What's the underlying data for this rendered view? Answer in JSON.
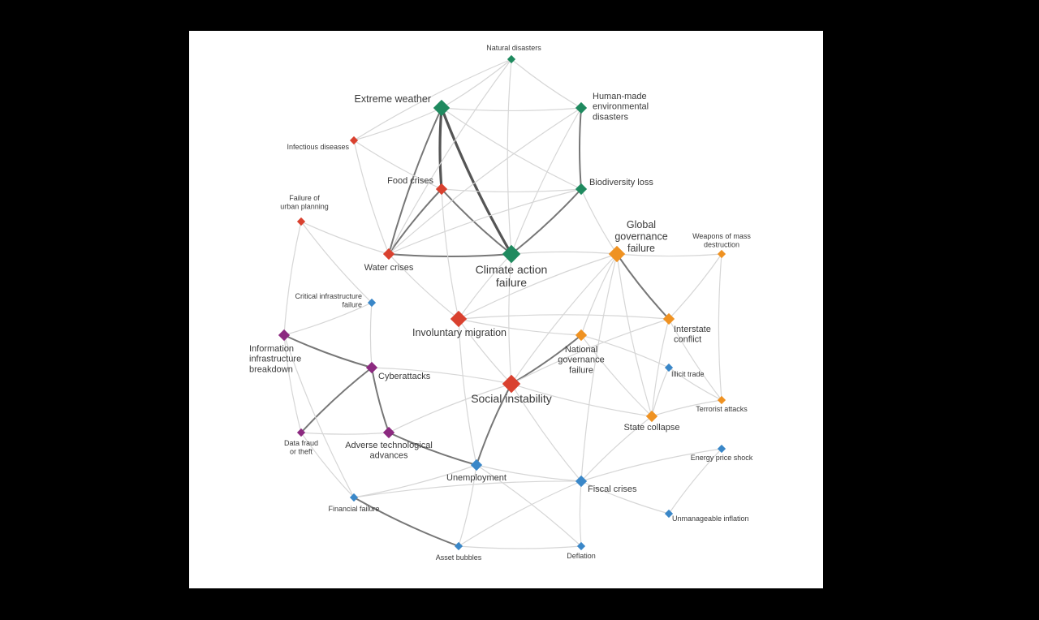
{
  "colors": {
    "environmental": "#1f8a5f",
    "societal": "#d9412f",
    "geopolitical": "#ef9222",
    "technological": "#8c2a80",
    "economic": "#3a87c8"
  },
  "nodes": [
    {
      "id": "natural-disasters",
      "label": [
        "Natural disasters"
      ],
      "cat": "environmental",
      "size": "s"
    },
    {
      "id": "extreme-weather",
      "label": [
        "Extreme weather"
      ],
      "cat": "environmental",
      "size": "l"
    },
    {
      "id": "human-made",
      "label": [
        "Human-made",
        "environmental",
        "disasters"
      ],
      "cat": "environmental",
      "size": "m"
    },
    {
      "id": "infectious",
      "label": [
        "Infectious diseases"
      ],
      "cat": "societal",
      "size": "s"
    },
    {
      "id": "food-crises",
      "label": [
        "Food crises"
      ],
      "cat": "societal",
      "size": "m"
    },
    {
      "id": "biodiversity",
      "label": [
        "Biodiversity loss"
      ],
      "cat": "environmental",
      "size": "m"
    },
    {
      "id": "urban-planning",
      "label": [
        "Failure of",
        "urban planning"
      ],
      "cat": "societal",
      "size": "s"
    },
    {
      "id": "global-gov",
      "label": [
        "Global",
        "governance",
        "failure"
      ],
      "cat": "geopolitical",
      "size": "l"
    },
    {
      "id": "wmd",
      "label": [
        "Weapons of mass",
        "destruction"
      ],
      "cat": "geopolitical",
      "size": "s"
    },
    {
      "id": "water-crises",
      "label": [
        "Water crises"
      ],
      "cat": "societal",
      "size": "m"
    },
    {
      "id": "climate",
      "label": [
        "Climate action",
        "failure"
      ],
      "cat": "environmental",
      "size": "xl"
    },
    {
      "id": "critical-infra",
      "label": [
        "Critical infrastructure",
        "failure"
      ],
      "cat": "economic",
      "size": "s"
    },
    {
      "id": "migration",
      "label": [
        "Involuntary migration"
      ],
      "cat": "societal",
      "size": "l"
    },
    {
      "id": "interstate",
      "label": [
        "Interstate",
        "conflict"
      ],
      "cat": "geopolitical",
      "size": "m"
    },
    {
      "id": "info-infra",
      "label": [
        "Information",
        "infrastructure",
        "breakdown"
      ],
      "cat": "technological",
      "size": "m"
    },
    {
      "id": "national-gov",
      "label": [
        "National",
        "governance",
        "failure"
      ],
      "cat": "geopolitical",
      "size": "m"
    },
    {
      "id": "cyberattacks",
      "label": [
        "Cyberattacks"
      ],
      "cat": "technological",
      "size": "m"
    },
    {
      "id": "illicit",
      "label": [
        "Illicit trade"
      ],
      "cat": "economic",
      "size": "s"
    },
    {
      "id": "social-instability",
      "label": [
        "Social instability"
      ],
      "cat": "societal",
      "size": "xl"
    },
    {
      "id": "terrorist",
      "label": [
        "Terrorist attacks"
      ],
      "cat": "geopolitical",
      "size": "s"
    },
    {
      "id": "state-collapse",
      "label": [
        "State collapse"
      ],
      "cat": "geopolitical",
      "size": "m"
    },
    {
      "id": "data-fraud",
      "label": [
        "Data fraud",
        "or theft"
      ],
      "cat": "technological",
      "size": "s"
    },
    {
      "id": "adverse-tech",
      "label": [
        "Adverse technological",
        "advances"
      ],
      "cat": "technological",
      "size": "m"
    },
    {
      "id": "energy-shock",
      "label": [
        "Energy price shock"
      ],
      "cat": "economic",
      "size": "s"
    },
    {
      "id": "unemployment",
      "label": [
        "Unemployment"
      ],
      "cat": "economic",
      "size": "m"
    },
    {
      "id": "fiscal",
      "label": [
        "Fiscal crises"
      ],
      "cat": "economic",
      "size": "m"
    },
    {
      "id": "financial",
      "label": [
        "Financial failure"
      ],
      "cat": "economic",
      "size": "s"
    },
    {
      "id": "inflation",
      "label": [
        "Unmanageable inflation"
      ],
      "cat": "economic",
      "size": "s"
    },
    {
      "id": "asset-bubbles",
      "label": [
        "Asset bubbles"
      ],
      "cat": "economic",
      "size": "s"
    },
    {
      "id": "deflation",
      "label": [
        "Deflation"
      ],
      "cat": "economic",
      "size": "s"
    }
  ],
  "edges": [
    [
      "extreme-weather",
      "climate",
      3
    ],
    [
      "extreme-weather",
      "food-crises",
      3
    ],
    [
      "extreme-weather",
      "water-crises",
      2
    ],
    [
      "climate",
      "biodiversity",
      2
    ],
    [
      "human-made",
      "biodiversity",
      2
    ],
    [
      "food-crises",
      "water-crises",
      2
    ],
    [
      "food-crises",
      "climate",
      2
    ],
    [
      "social-instability",
      "unemployment",
      2
    ],
    [
      "social-instability",
      "national-gov",
      2
    ],
    [
      "global-gov",
      "interstate",
      2
    ],
    [
      "info-infra",
      "cyberattacks",
      2
    ],
    [
      "cyberattacks",
      "data-fraud",
      2
    ],
    [
      "cyberattacks",
      "adverse-tech",
      2
    ],
    [
      "adverse-tech",
      "unemployment",
      2
    ],
    [
      "financial",
      "asset-bubbles",
      2
    ],
    [
      "water-crises",
      "climate",
      2
    ],
    [
      "water-crises",
      "migration",
      1
    ],
    [
      "food-crises",
      "migration",
      1
    ],
    [
      "migration",
      "social-instability",
      1
    ],
    [
      "climate",
      "migration",
      1
    ],
    [
      "extreme-weather",
      "natural-disasters",
      1
    ],
    [
      "extreme-weather",
      "human-made",
      1
    ],
    [
      "extreme-weather",
      "biodiversity",
      1
    ],
    [
      "natural-disasters",
      "human-made",
      1
    ],
    [
      "natural-disasters",
      "climate",
      1
    ],
    [
      "natural-disasters",
      "infectious",
      1
    ],
    [
      "human-made",
      "climate",
      1
    ],
    [
      "infectious",
      "water-crises",
      1
    ],
    [
      "infectious",
      "food-crises",
      1
    ],
    [
      "infectious",
      "extreme-weather",
      1
    ],
    [
      "food-crises",
      "biodiversity",
      1
    ],
    [
      "global-gov",
      "climate",
      1
    ],
    [
      "global-gov",
      "migration",
      1
    ],
    [
      "global-gov",
      "social-instability",
      1
    ],
    [
      "global-gov",
      "national-gov",
      1
    ],
    [
      "global-gov",
      "state-collapse",
      1
    ],
    [
      "global-gov",
      "wmd",
      1
    ],
    [
      "interstate",
      "migration",
      1
    ],
    [
      "interstate",
      "wmd",
      1
    ],
    [
      "interstate",
      "state-collapse",
      1
    ],
    [
      "interstate",
      "terrorist",
      1
    ],
    [
      "national-gov",
      "state-collapse",
      1
    ],
    [
      "social-instability",
      "state-collapse",
      1
    ],
    [
      "social-instability",
      "cyberattacks",
      1
    ],
    [
      "social-instability",
      "fiscal",
      1
    ],
    [
      "social-instability",
      "adverse-tech",
      1
    ],
    [
      "info-infra",
      "data-fraud",
      1
    ],
    [
      "info-infra",
      "critical-infra",
      1
    ],
    [
      "data-fraud",
      "adverse-tech",
      1
    ],
    [
      "unemployment",
      "fiscal",
      1
    ],
    [
      "fiscal",
      "financial",
      1
    ],
    [
      "fiscal",
      "asset-bubbles",
      1
    ],
    [
      "fiscal",
      "deflation",
      1
    ],
    [
      "fiscal",
      "inflation",
      1
    ],
    [
      "asset-bubbles",
      "deflation",
      1
    ],
    [
      "financial",
      "unemployment",
      1
    ],
    [
      "urban-planning",
      "water-crises",
      1
    ],
    [
      "urban-planning",
      "critical-infra",
      1
    ],
    [
      "urban-planning",
      "info-infra",
      1
    ],
    [
      "critical-infra",
      "cyberattacks",
      1
    ],
    [
      "illicit",
      "state-collapse",
      1
    ],
    [
      "illicit",
      "national-gov",
      1
    ],
    [
      "terrorist",
      "state-collapse",
      1
    ],
    [
      "energy-shock",
      "inflation",
      1
    ],
    [
      "energy-shock",
      "fiscal",
      1
    ],
    [
      "migration",
      "national-gov",
      1
    ],
    [
      "migration",
      "unemployment",
      1
    ],
    [
      "climate",
      "social-instability",
      1
    ],
    [
      "human-made",
      "water-crises",
      1
    ],
    [
      "biodiversity",
      "water-crises",
      1
    ],
    [
      "biodiversity",
      "global-gov",
      1
    ],
    [
      "global-gov",
      "fiscal",
      1
    ],
    [
      "interstate",
      "social-instability",
      1
    ],
    [
      "state-collapse",
      "fiscal",
      1
    ],
    [
      "data-fraud",
      "financial",
      1
    ],
    [
      "info-infra",
      "financial",
      1
    ],
    [
      "asset-bubbles",
      "unemployment",
      1
    ],
    [
      "deflation",
      "unemployment",
      1
    ],
    [
      "illicit",
      "terrorist",
      1
    ],
    [
      "wmd",
      "terrorist",
      1
    ],
    [
      "natural-disasters",
      "water-crises",
      1
    ]
  ]
}
